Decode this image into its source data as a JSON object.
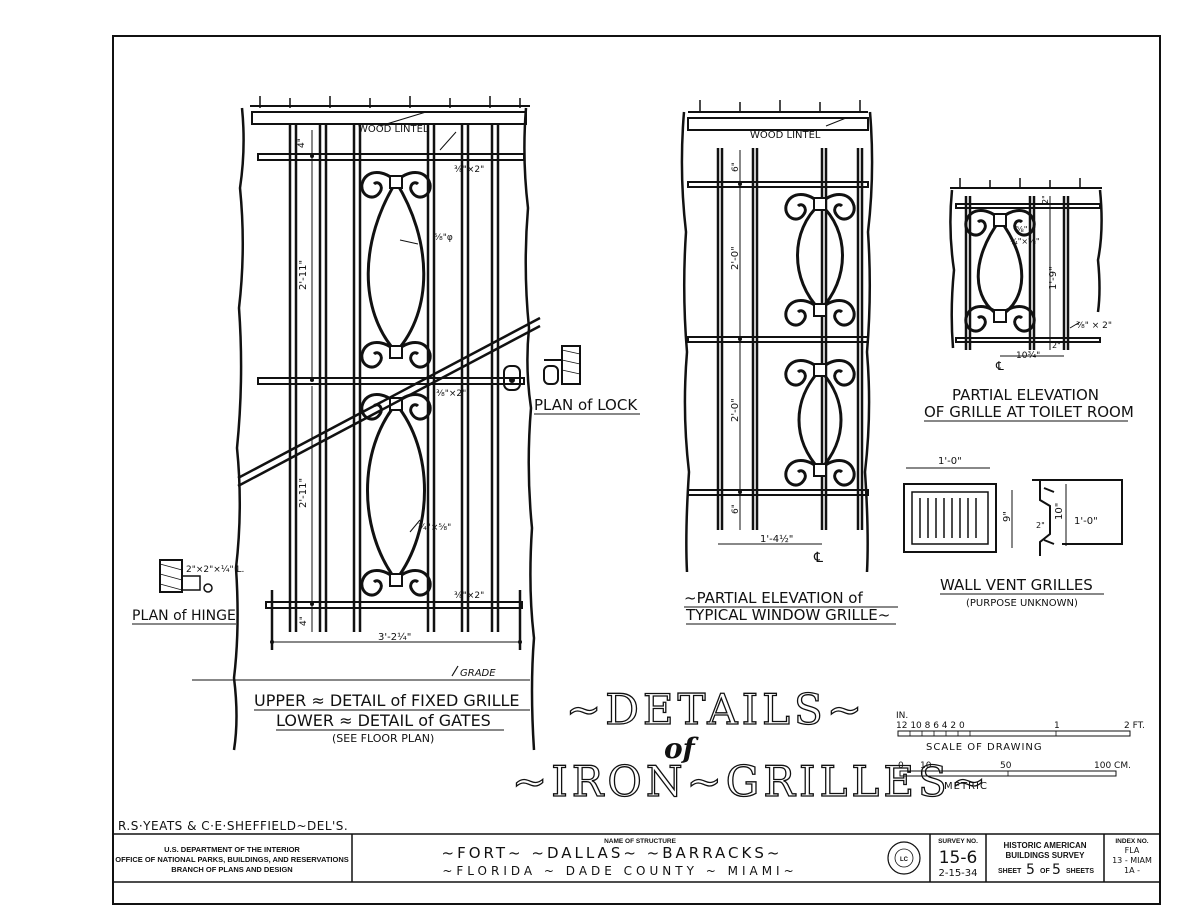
{
  "drawing": {
    "title_line1": "~DETAILS~",
    "title_of": "of",
    "title_line2": "~IRON~GRILLES~",
    "drafters": "R.S·YEATS & C·E·SHEFFIELD~DEL'S."
  },
  "fixed_grille": {
    "wood_lintel": "WOOD LINTEL",
    "dim_top_bar": "4\"",
    "dim_upper_height": "2'-11\"",
    "dim_lower_height": "2'-11\"",
    "dim_bottom_bar": "4\"",
    "dim_width": "3'-2¼\"",
    "callout_flat_top": "⅜\"×2\"",
    "callout_scroll": "⅝\"φ",
    "callout_mid_bar": "⅜\"×2\"",
    "callout_scroll_lower": "¼\"×⅝\"",
    "callout_flat_bottom": "⅜\"×2\"",
    "grade": "GRADE",
    "caption_line1": "UPPER ≈ DETAIL of FIXED GRILLE",
    "caption_line2": "LOWER ≈ DETAIL of GATES",
    "caption_line3": "(SEE FLOOR PLAN)"
  },
  "plan_of_lock": {
    "label": "PLAN of LOCK"
  },
  "plan_of_hinge": {
    "label": "PLAN of HINGE",
    "callout": "2\"×2\"×¼\" L."
  },
  "window_grille": {
    "wood_lintel": "WOOD LINTEL",
    "dim_top": "6\"",
    "dim_upper": "2'-0\"",
    "dim_lower": "2'-0\"",
    "dim_bottom": "6\"",
    "dim_width": "1'-4½\"",
    "centerline": "℄",
    "caption_line1": "~PARTIAL ELEVATION of",
    "caption_line2": "TYPICAL WINDOW GRILLE~"
  },
  "toilet_grille": {
    "dim_top": "2\"",
    "dim_a": "⅝\"",
    "dim_b": "¼\"×⅝\"",
    "dim_height": "1'-9\"",
    "dim_bottom": "2\"",
    "dim_width": "10¾\"",
    "callout_bar": "⅜\" × 2\"",
    "centerline": "℄",
    "caption_line1": "PARTIAL ELEVATION",
    "caption_line2": "OF GRILLE AT TOILET ROOM"
  },
  "wall_vent": {
    "dim_width": "1'-0\"",
    "dim_height": "9\"",
    "dim_wall": "10\"",
    "dim_side": "1'-0\"",
    "dim_lip": "2\"",
    "caption_line1": "WALL VENT GRILLES",
    "caption_line2": "(PURPOSE UNKNOWN)"
  },
  "scales": {
    "imperial_unit": "IN.",
    "imperial_ticks": "12 10 8 6 4 2 0",
    "imperial_one": "1",
    "imperial_end": "2 FT.",
    "imperial_label": "SCALE OF DRAWING",
    "metric_ticks": [
      "0",
      "10",
      "50",
      "100 CM."
    ],
    "metric_label": "METRIC"
  },
  "title_block": {
    "dept_line1": "U.S. DEPARTMENT OF THE INTERIOR",
    "dept_line2": "OFFICE OF NATIONAL PARKS, BUILDINGS, AND RESERVATIONS",
    "dept_line3": "BRANCH OF PLANS AND DESIGN",
    "structure_caption": "NAME OF STRUCTURE",
    "structure_line1": "~FORT~   ~DALLAS~   ~BARRACKS~",
    "structure_line2": "~FLORIDA ~ DADE COUNTY ~ MIAMI~",
    "survey_caption": "SURVEY NO.",
    "survey_no": "15-6",
    "survey_date": "2-15-34",
    "habs_line1": "HISTORIC AMERICAN",
    "habs_line2": "BUILDINGS SURVEY",
    "sheet_word": "SHEET",
    "sheet_no": "5",
    "of_word": "OF",
    "sheet_total": "5",
    "sheets_word": "SHEETS",
    "index_caption": "INDEX NO.",
    "index_line1": "FLA",
    "index_line2": "13 - MIAM",
    "index_line3": "1A -"
  }
}
